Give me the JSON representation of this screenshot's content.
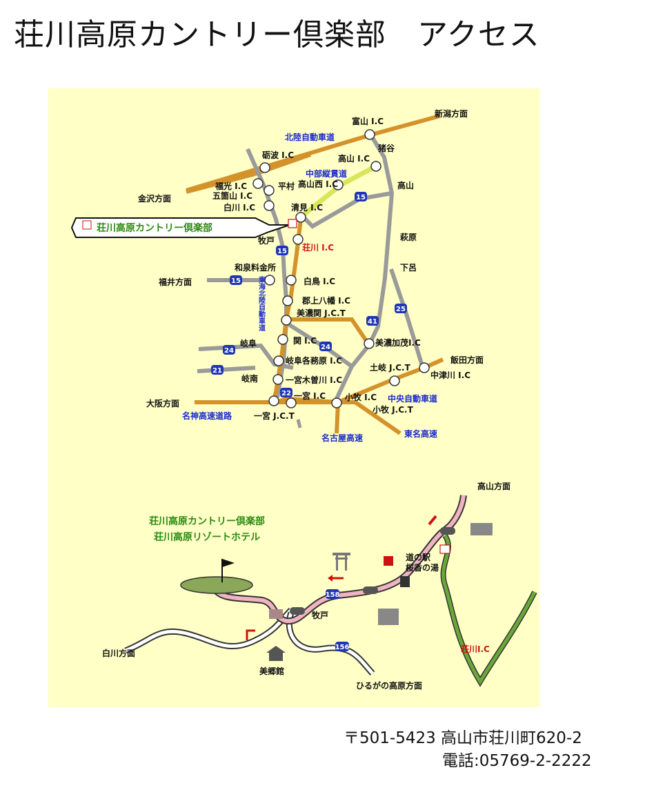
{
  "title": "荘川高原カントリー倶楽部　アクセス",
  "address": {
    "postal": "〒501-5423 高山市荘川町620-2",
    "phone": "電話:05769-2-2222"
  },
  "highway_map": {
    "callout": "荘川高原カントリー倶楽部",
    "roads": [
      "北陸自動車道",
      "中部縦貫道",
      "東海北陸自動車道",
      "中央自動車道",
      "名神高速道路",
      "名古屋高速",
      "東名高速"
    ],
    "route_numbers": [
      "15",
      "15",
      "15",
      "41",
      "25",
      "24",
      "24",
      "21",
      "22"
    ],
    "directions": [
      "新潟方面",
      "金沢方面",
      "福井方面",
      "大阪方面",
      "飯田方面"
    ],
    "places": [
      "富山 I.C",
      "猪谷",
      "砺波 I.C",
      "高山 I.C",
      "高山",
      "福光 I.C",
      "平村",
      "高山西 I.C",
      "五箇山 I.C",
      "白川 I.C",
      "清見 I.C",
      "牧戸",
      "荘川 I.C",
      "萩原",
      "和泉料金所",
      "白鳥 I.C",
      "下呂",
      "郡上八幡 I.C",
      "美濃関 J.C.T",
      "関 I.C",
      "岐阜",
      "美濃加茂I.C",
      "岐阜各務原 I.C",
      "土岐 J.C.T",
      "岐南",
      "一宮木曽川 I.C",
      "中津川 I.C",
      "一宮 I.C",
      "小牧 I.C",
      "小牧 J.C.T",
      "一宮 J.C.T"
    ]
  },
  "local_map": {
    "title_line1": "荘川高原カントリー倶楽部",
    "title_line2": "荘川高原リゾートホテル",
    "labels": [
      "高山方面",
      "道の駅",
      "桜香の湯",
      "牧戸",
      "白川方面",
      "美郷館",
      "ひるがの高原方面",
      "荘川I.C"
    ],
    "route_numbers": [
      "158",
      "156"
    ]
  },
  "colors": {
    "map_bg": "#ffffc6",
    "expressway": "#d4922a",
    "road": "#9a9a9a",
    "chubu": "#d8e65a",
    "route_badge": "#1f35b3",
    "local_road": "#f0b4c0",
    "local_green": "#6aa83a",
    "accent_red": "#d01010",
    "label_blue": "#1a2acc",
    "title_green": "#2b8a12"
  }
}
